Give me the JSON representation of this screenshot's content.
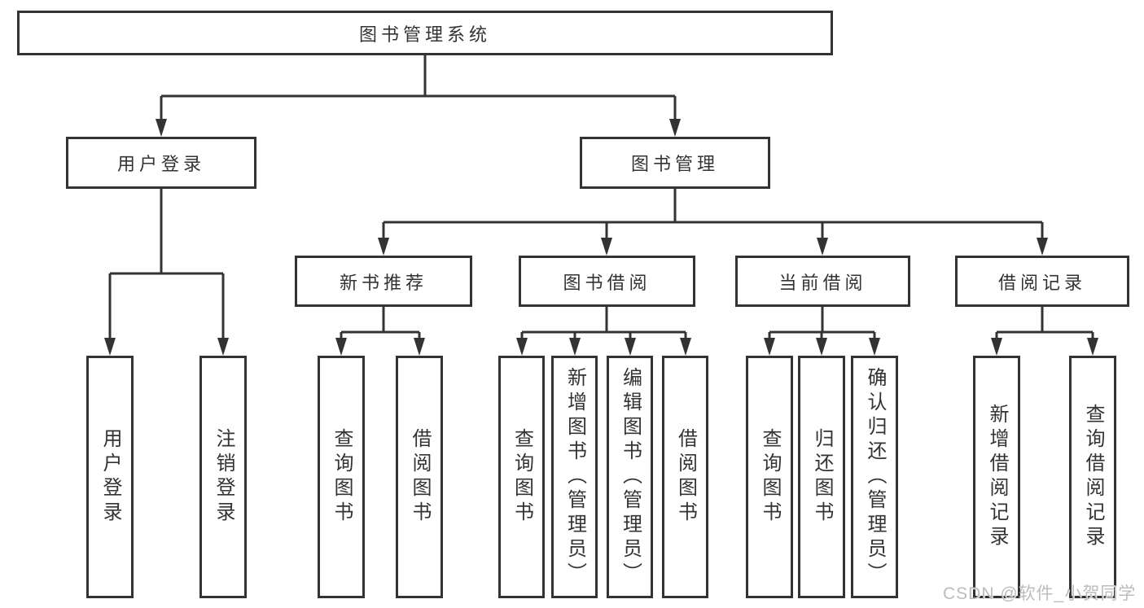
{
  "tree": {
    "label": "图书管理系统",
    "children": [
      {
        "label": "用户登录",
        "children": [
          {
            "label": "用户登录"
          },
          {
            "label": "注销登录"
          }
        ]
      },
      {
        "label": "图书管理",
        "children": [
          {
            "label": "新书推荐",
            "children": [
              {
                "label": "查询图书"
              },
              {
                "label": "借阅图书"
              }
            ]
          },
          {
            "label": "图书借阅",
            "children": [
              {
                "label": "查询图书"
              },
              {
                "label": "新增图书（管理员）"
              },
              {
                "label": "编辑图书（管理员）"
              },
              {
                "label": "借阅图书"
              }
            ]
          },
          {
            "label": "当前借阅",
            "children": [
              {
                "label": "查询图书"
              },
              {
                "label": "归还图书"
              },
              {
                "label": "确认归还（管理员）"
              }
            ]
          },
          {
            "label": "借阅记录",
            "children": [
              {
                "label": "新增借阅记录"
              },
              {
                "label": "查询借阅记录"
              }
            ]
          }
        ]
      }
    ]
  },
  "watermark": {
    "text": "CSDN @软件_小贺同学"
  },
  "colors": {
    "line": "#333333",
    "text": "#333333",
    "background": "#ffffff",
    "watermark": "#bcbcbc"
  }
}
